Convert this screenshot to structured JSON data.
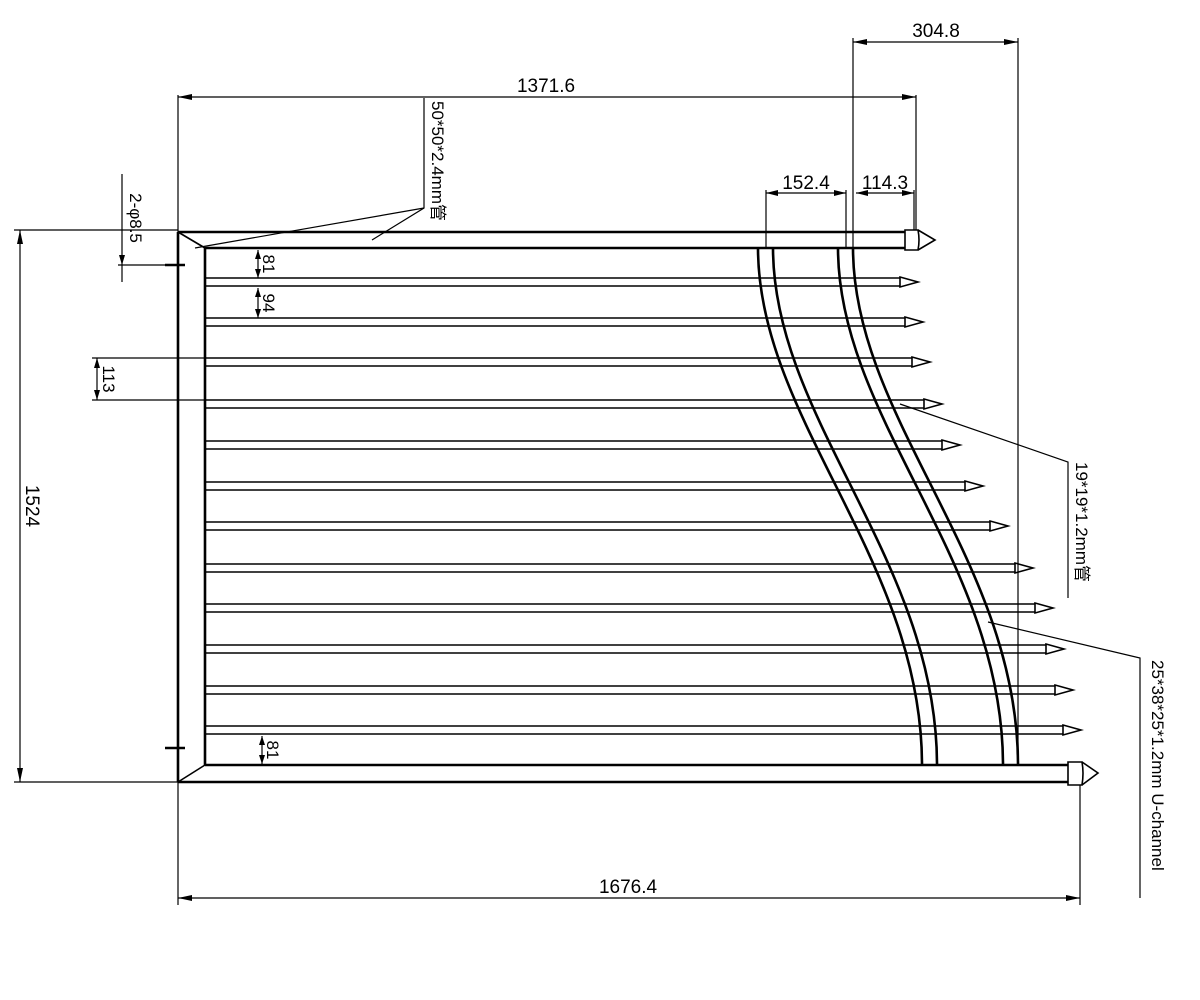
{
  "dimensions": {
    "overall_width": "1676.4",
    "top_width": "1371.6",
    "right_offset": "304.8",
    "channel_spacing": "152.4",
    "channel_to_top_end": "114.3",
    "height": "1524",
    "picket_spacing": "113",
    "first_gap": "81",
    "second_gap": "94",
    "bottom_gap": "81",
    "holes": "2-φ8.5"
  },
  "labels": {
    "rail_spec": "50*50*2.4mm管",
    "picket_spec": "19*19*1.2mm管",
    "channel_spec": "25*38*25*1.2mm U-channel"
  }
}
